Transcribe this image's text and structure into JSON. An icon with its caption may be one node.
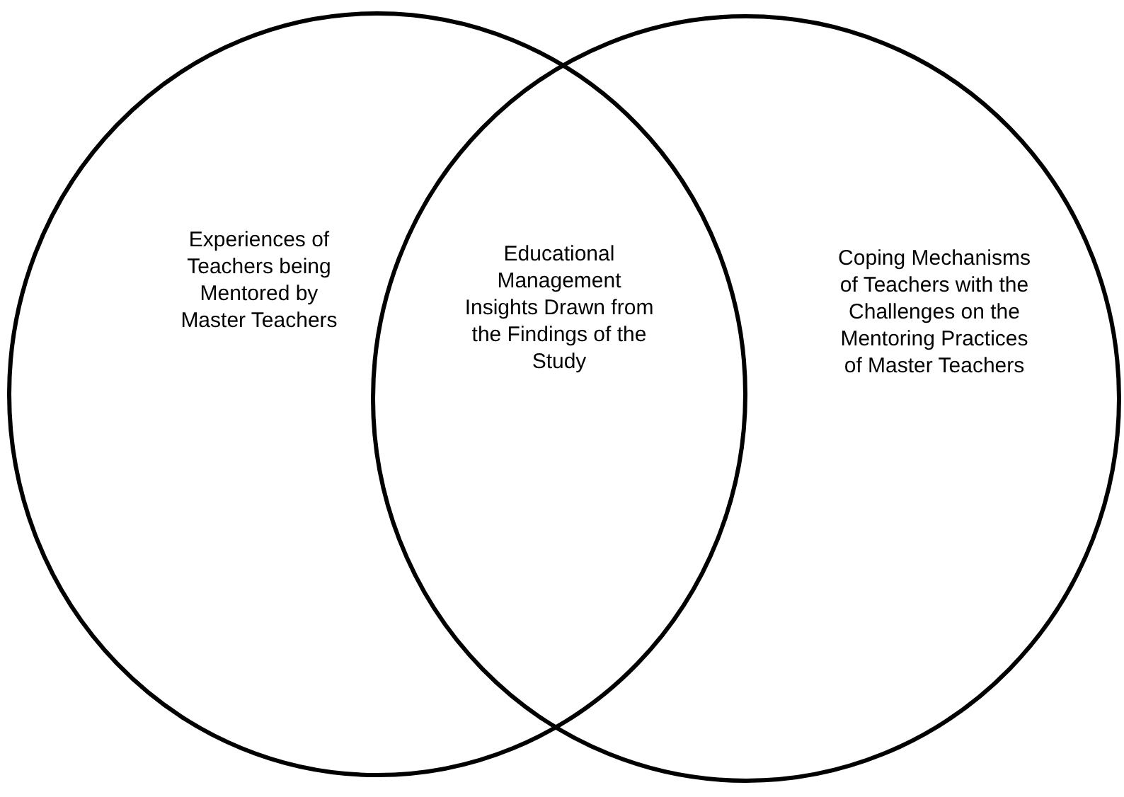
{
  "diagram": {
    "nodes": [
      {
        "text": [
          "Experiences of Teachers being Mentored by Master Teachers"
        ]
      },
      {
        "text": [
          "Coping Mechanisms of Teachers with the Challenges on the Mentoring Practices of Master Teachers"
        ]
      }
    ],
    "labels": [
      "Educational Management Insights Drawn from the Findings of the Study"
    ]
  }
}
